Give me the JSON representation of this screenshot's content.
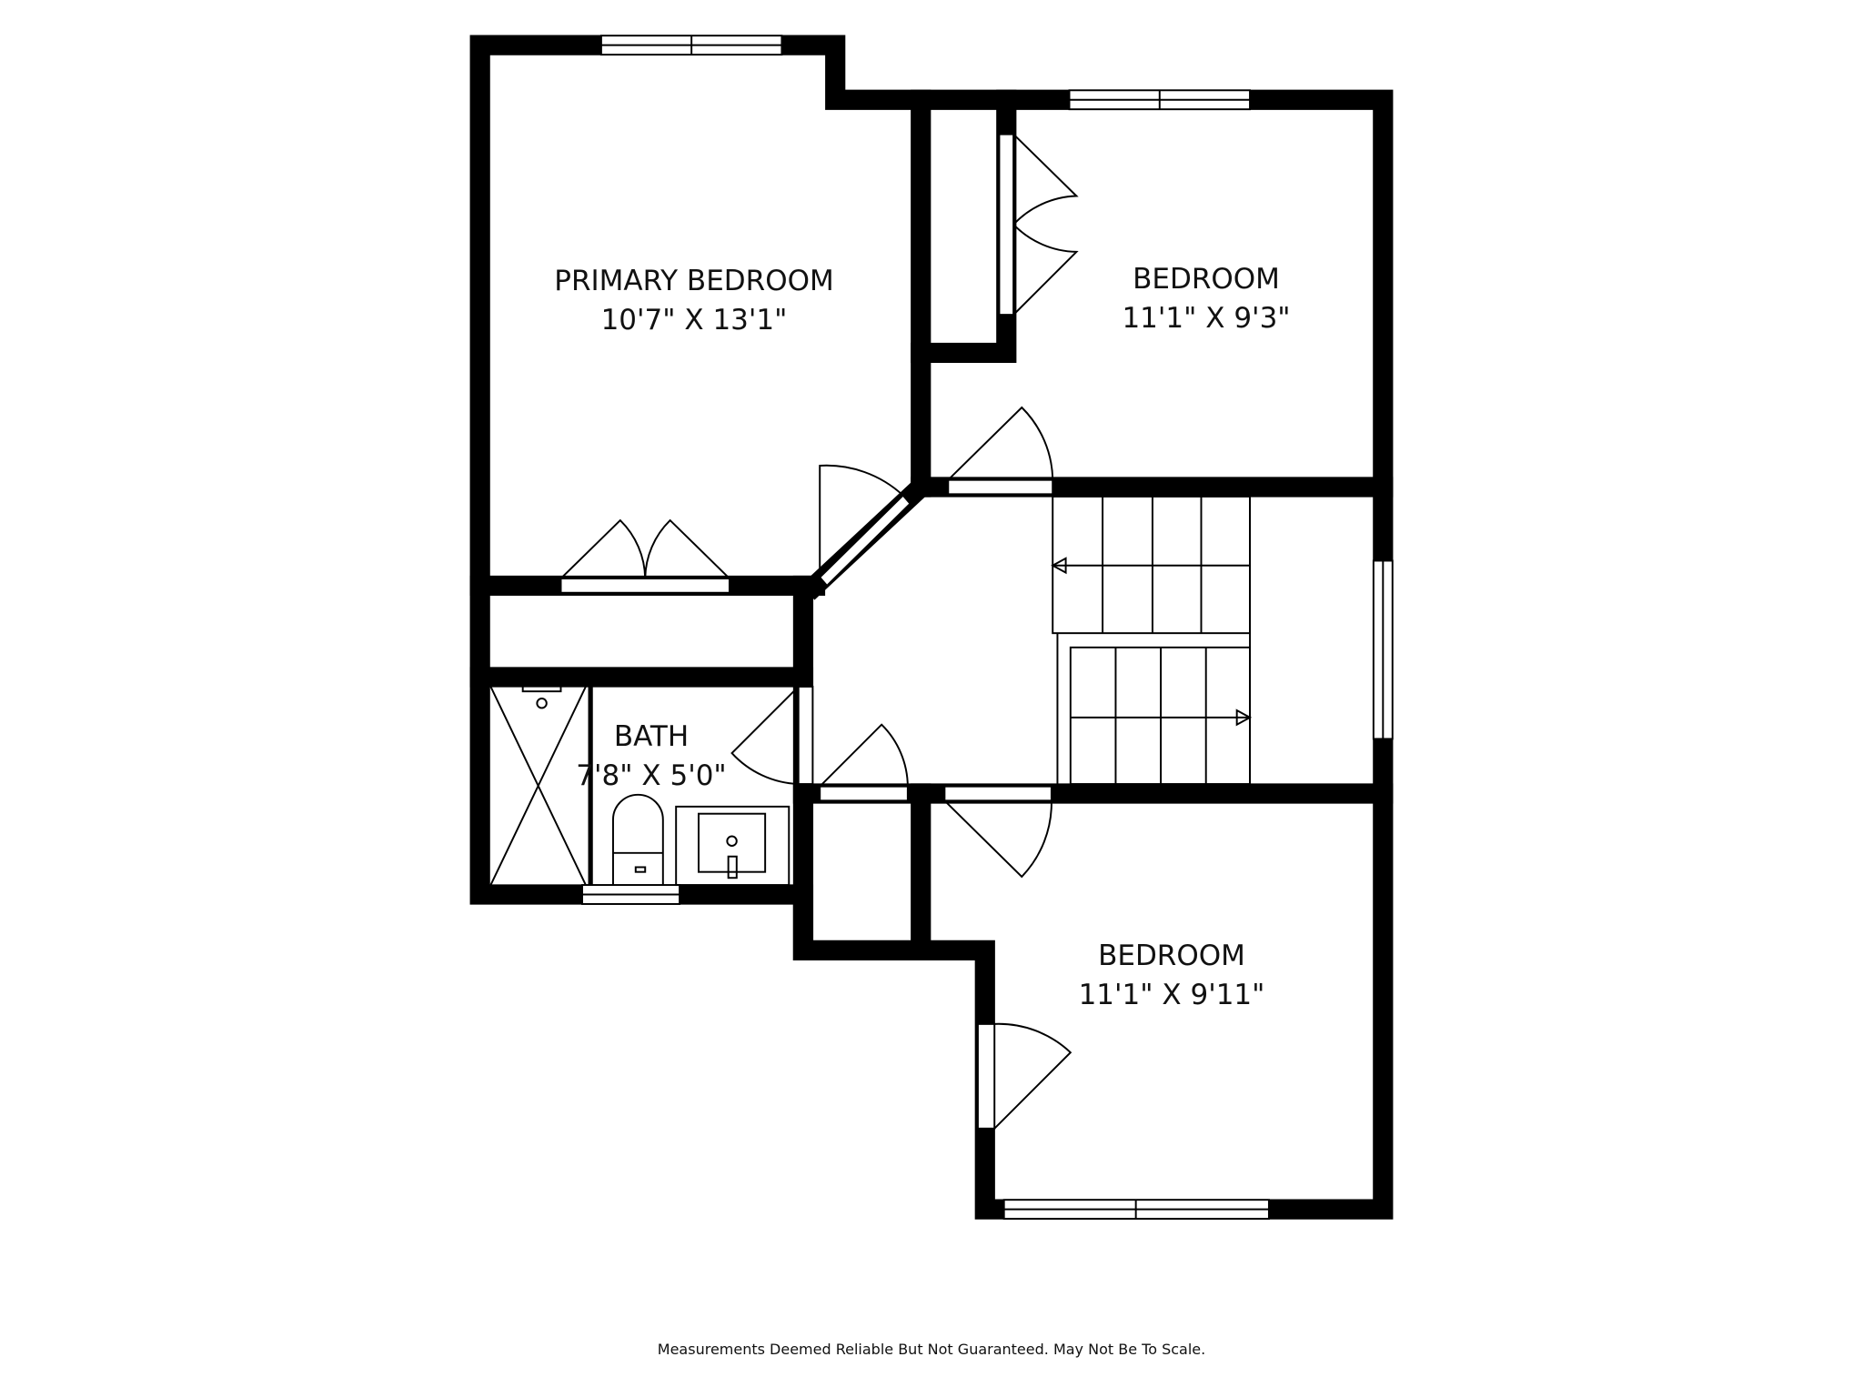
{
  "rooms": [
    {
      "name": "PRIMARY BEDROOM",
      "size": "10'7\" X 13'1\""
    },
    {
      "name": "BEDROOM",
      "size": "11'1\" X 9'3\""
    },
    {
      "name": "BATH",
      "size": "7'8\" X 5'0\""
    },
    {
      "name": "BEDROOM",
      "size": "11'1\" X 9'11\""
    }
  ],
  "footer": "Measurements Deemed Reliable But Not Guaranteed. May Not Be To Scale."
}
